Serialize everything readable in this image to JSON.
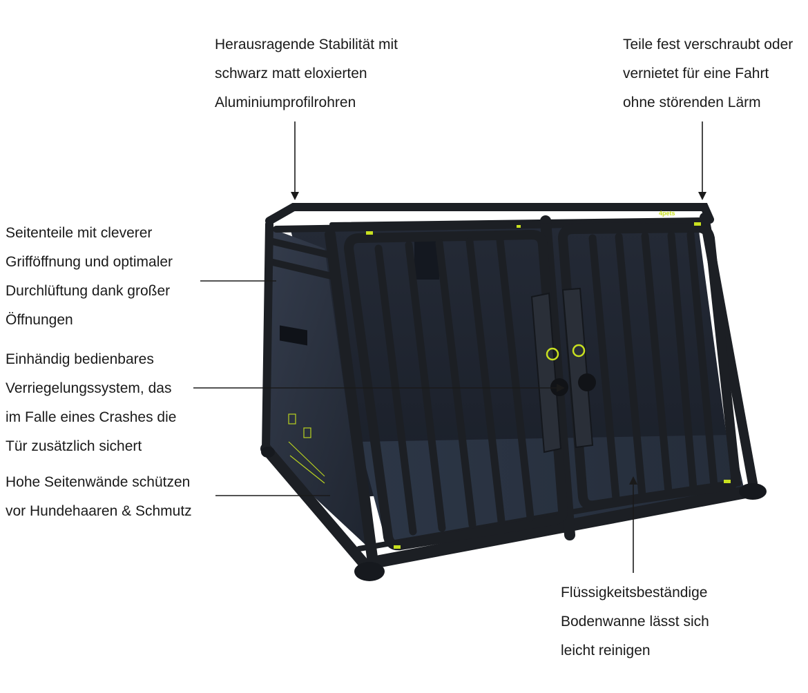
{
  "callouts": {
    "stability": [
      "Herausragende Stabilität mit",
      "schwarz matt eloxierten",
      "Aluminiumprofilrohren"
    ],
    "screwed": [
      "Teile fest verschraubt oder",
      "vernietet für eine Fahrt",
      "ohne störenden Lärm"
    ],
    "side_panels": [
      "Seitenteile mit cleverer",
      "Grifföffnung und optimaler",
      "Durchlüftung dank großer",
      "Öffnungen"
    ],
    "locking": [
      "Einhändig bedienbares",
      "Verriegelungssystem, das",
      "im Falle eines Crashes die",
      "Tür zusätzlich sichert"
    ],
    "side_walls": [
      "Hohe Seitenwände schützen",
      "vor Hundehaaren & Schmutz"
    ],
    "floor_tray": [
      "Flüssigkeitsbeständige",
      "Bodenwanne lässt sich",
      "leicht reinigen"
    ]
  },
  "brand_mark": "4pets",
  "colors": {
    "frame": "#1c1f24",
    "panel": "#2a3140",
    "accent": "#c8e020",
    "text": "#1a1a1a"
  }
}
